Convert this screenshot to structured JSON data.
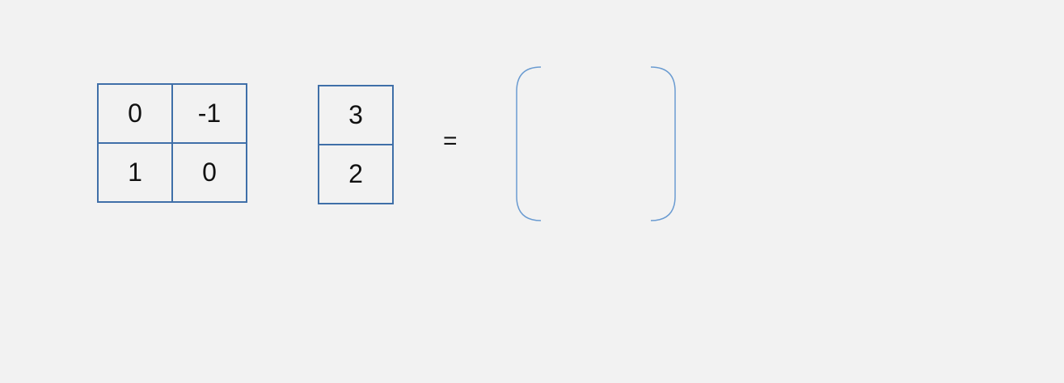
{
  "matrix_a": {
    "rows": [
      [
        "0",
        "-1"
      ],
      [
        "1",
        "0"
      ]
    ]
  },
  "vector_b": {
    "rows": [
      "3",
      "2"
    ]
  },
  "equals_sign": "=",
  "result": {
    "rows": [
      "",
      ""
    ]
  },
  "colors": {
    "grid_lines": "#3f6fa8",
    "bracket": "#6a9bd1",
    "background": "#f2f2f2",
    "text": "#111111"
  }
}
